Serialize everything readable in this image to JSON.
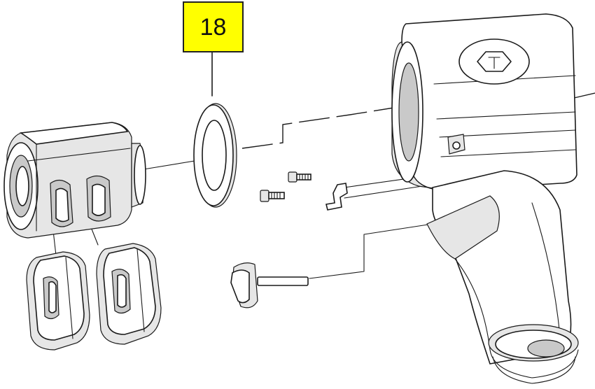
{
  "callout": {
    "label": "18",
    "color": "#ffff00"
  },
  "parts": [
    "hammer-cage",
    "hammer-pin-nut",
    "thrust-washer",
    "screw",
    "trigger-pin",
    "trigger",
    "impact-wrench-housing"
  ]
}
